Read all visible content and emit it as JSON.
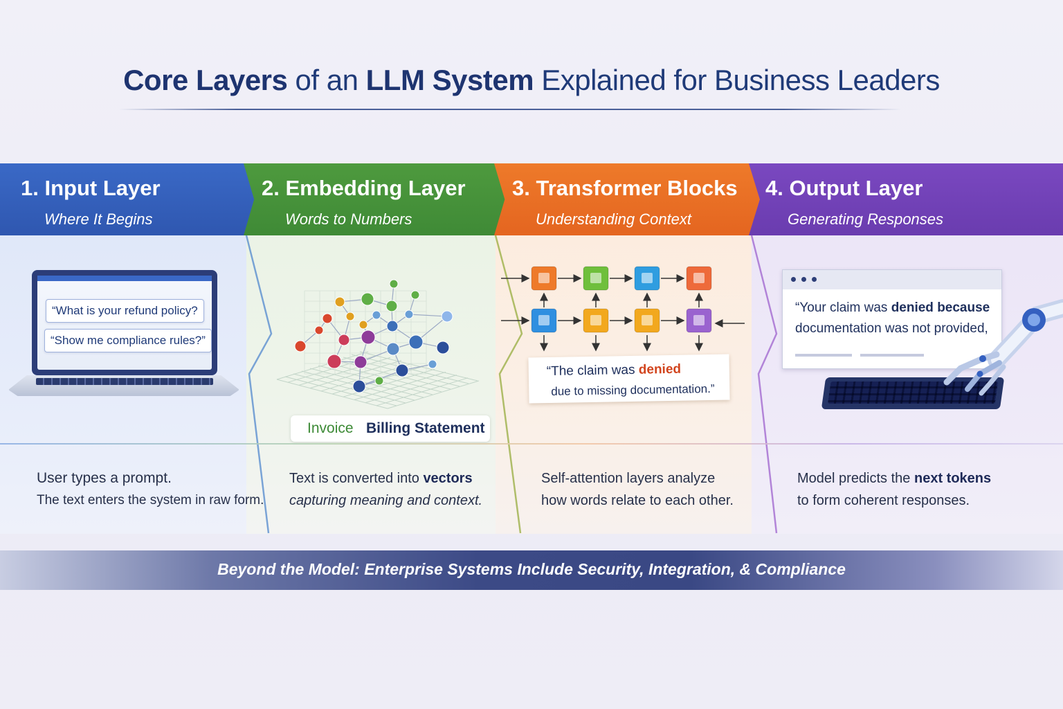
{
  "title": {
    "part1": "Core Layers",
    "part2": " of an ",
    "part3": "LLM System",
    "part4": " Explained for Business Leaders"
  },
  "colors": {
    "input": "#3263c0",
    "embedding": "#46933a",
    "transformer": "#ea6f24",
    "output": "#7442b8",
    "navy": "#1f3a78"
  },
  "layers": [
    {
      "number": "1.",
      "name": "Input Layer",
      "subtitle": "Where It Begins",
      "desc_line1": "User types a prompt.",
      "desc_line2": "The text enters the system in raw form."
    },
    {
      "number": "2.",
      "name": "Embedding Layer",
      "subtitle": "Words to Numbers",
      "desc_line1_a": "Text is converted into ",
      "desc_line1_b": "vectors",
      "desc_line2": "capturing meaning and context."
    },
    {
      "number": "3.",
      "name": "Transformer Blocks",
      "subtitle": "Understanding Context",
      "desc_line1": "Self-attention layers analyze",
      "desc_line2": "how words relate to each other."
    },
    {
      "number": "4.",
      "name": "Output Layer",
      "subtitle": "Generating Responses",
      "desc_line1_a": "Model predicts the ",
      "desc_line1_b": "next tokens",
      "desc_line2": "to form coherent responses."
    }
  ],
  "input_panel": {
    "prompt1": "“What is your refund policy?",
    "prompt2": "“Show me compliance rules?”"
  },
  "embedding_panel": {
    "word1": "Invoice",
    "word2": "Billing Statement"
  },
  "transformer_panel": {
    "quote_a": "“The claim was ",
    "quote_b": "denied",
    "quote_line2": "due to missing documentation.”"
  },
  "output_panel": {
    "response_a": "“Your claim was ",
    "response_b": "denied because",
    "response_line2": "documentation was not provided,"
  },
  "footer": {
    "text": "Beyond the Model: Enterprise Systems Include Security, Integration, & Compliance"
  }
}
